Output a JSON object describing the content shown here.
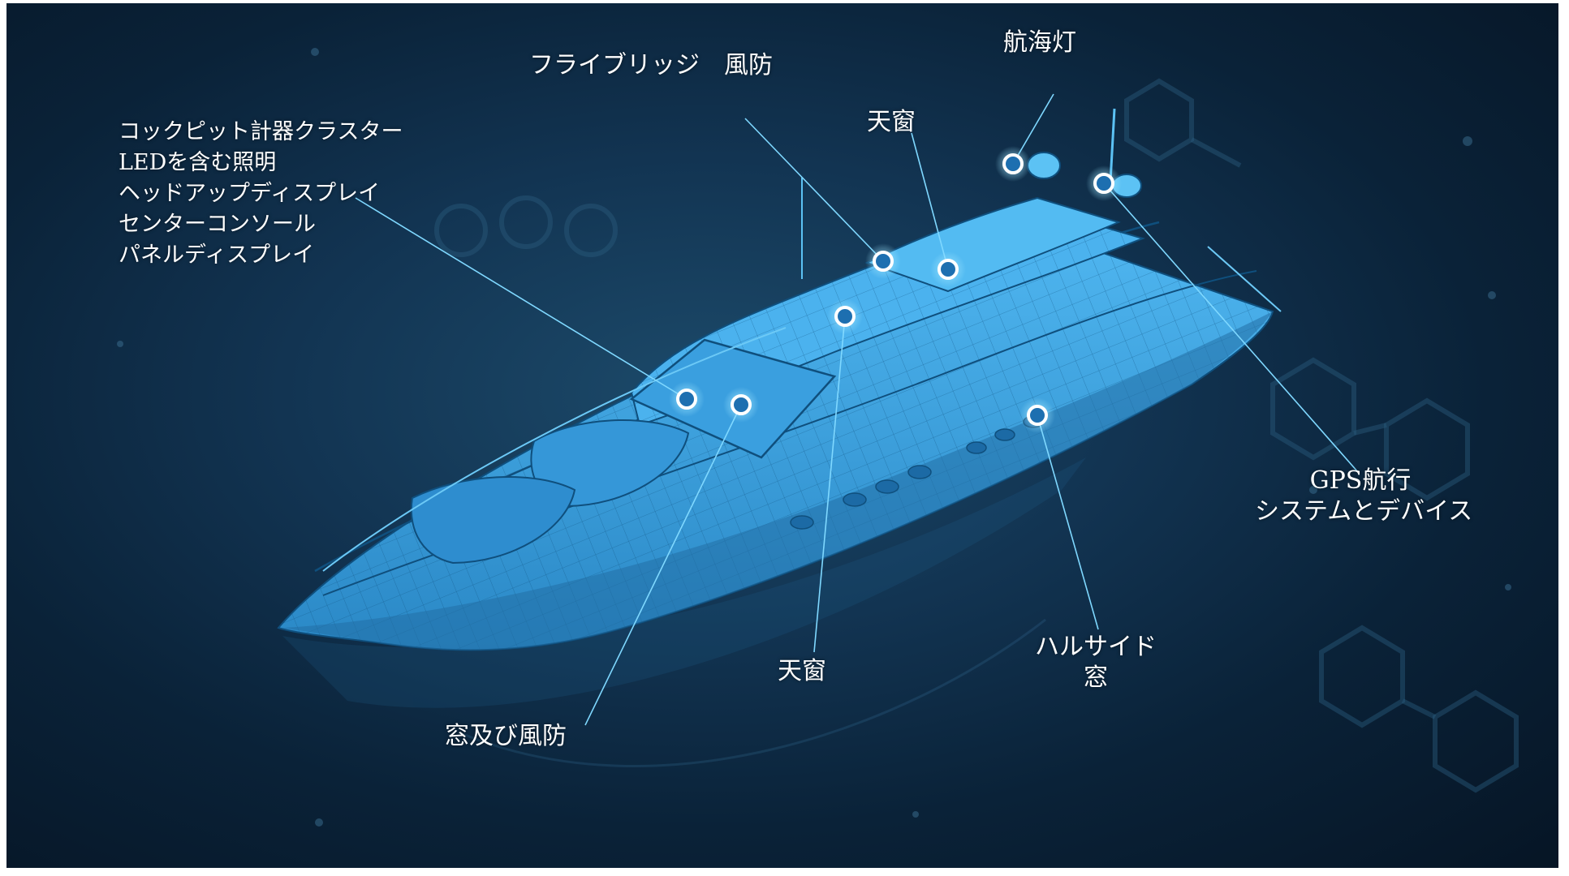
{
  "colors": {
    "background_center": "#1c4a6a",
    "background_edge": "#061525",
    "hull": "#3ea6e6",
    "hull_shade": "#2b86c4",
    "wire": "#0f4f7d",
    "leader": "#7fd8ff",
    "hotspot_ring": "#ffffff",
    "hotspot_core": "#1d6fb0",
    "label_text": "#ffffff"
  },
  "callouts": {
    "flybridge_windshield": "フライブリッジ　風防",
    "navigation_lights": "航海灯",
    "skylight_top": "天窗",
    "cockpit_lines": [
      "コックピット計器クラスター",
      "LEDを含む照明",
      "ヘッドアップディスプレイ",
      "センターコンソール",
      "パネルディスプレイ"
    ],
    "gps_lines": [
      "GPS航行",
      "システムとデバイス"
    ],
    "skylight_bottom": "天窗",
    "hull_side_lines": [
      "ハルサイド",
      "窓"
    ],
    "windows_windshield": "窓及び風防"
  }
}
